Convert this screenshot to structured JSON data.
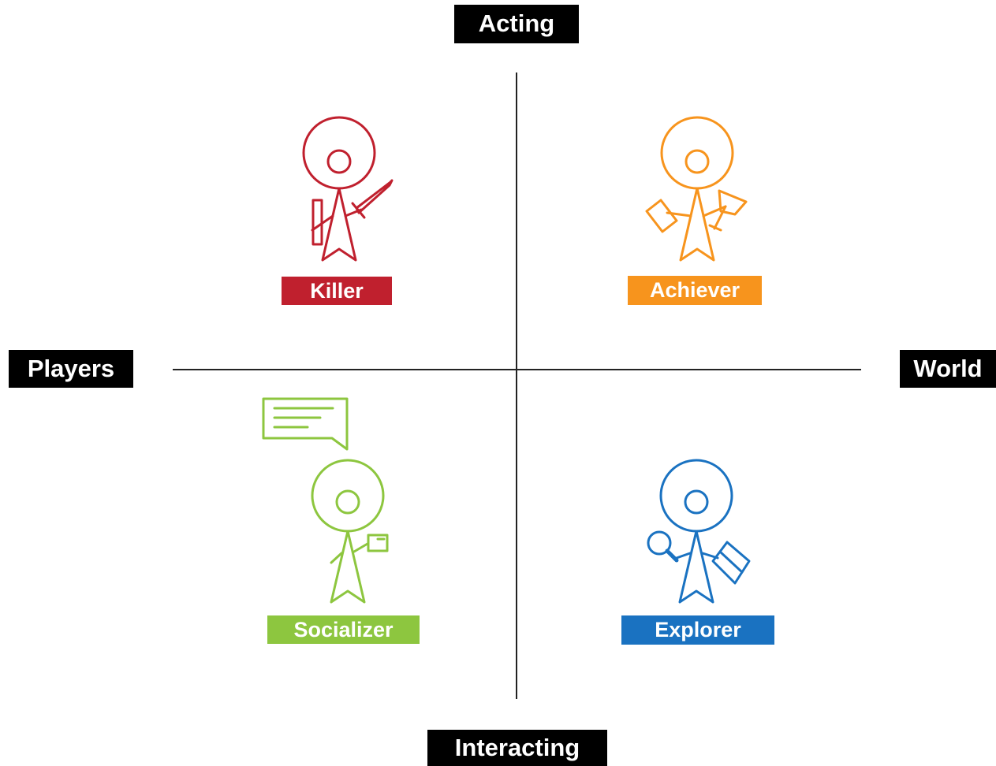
{
  "axes": {
    "top": "Acting",
    "bottom": "Interacting",
    "left": "Players",
    "right": "World"
  },
  "quadrants": {
    "killer": {
      "label": "Killer",
      "color": "#c0202e",
      "icon": "sword-and-shield"
    },
    "achiever": {
      "label": "Achiever",
      "color": "#f7941d",
      "icon": "trophy-and-document"
    },
    "socializer": {
      "label": "Socializer",
      "color": "#8dc63f",
      "icon": "speech-bubble-and-mug"
    },
    "explorer": {
      "label": "Explorer",
      "color": "#1a72c1",
      "icon": "magnifier-and-map"
    }
  }
}
